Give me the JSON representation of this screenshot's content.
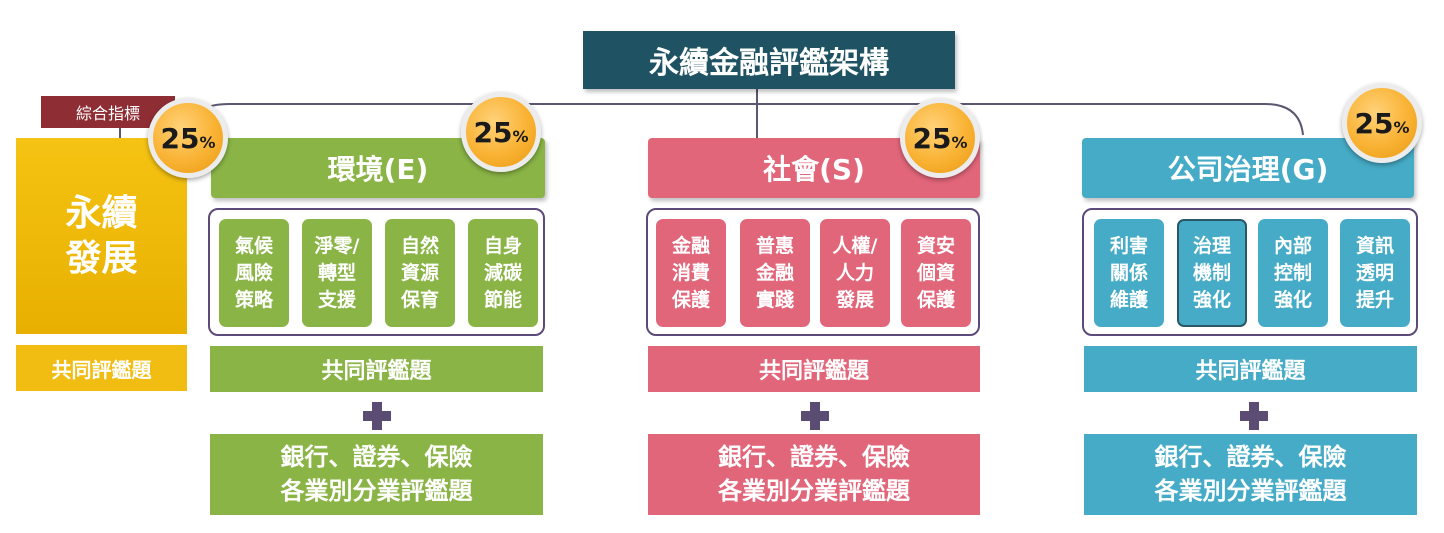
{
  "title": "永續金融評鑑架構",
  "composite": {
    "tag": "綜合指標",
    "name_lines": [
      "永續",
      "發展"
    ],
    "weight_num": "25",
    "weight_unit": "%",
    "common_label": "共同評鑑題"
  },
  "pillars": {
    "environment": {
      "title": "環境(E)",
      "weight_num": "25",
      "weight_unit": "%",
      "topics": [
        [
          "氣候",
          "風險",
          "策略"
        ],
        [
          "淨零/",
          "轉型",
          "支援"
        ],
        [
          "自然",
          "資源",
          "保育"
        ],
        [
          "自身",
          "減碳",
          "節能"
        ]
      ],
      "common_label": "共同評鑑題",
      "sector_lines": [
        "銀行、證券、保險",
        "各業別分業評鑑題"
      ]
    },
    "social": {
      "title": "社會(S)",
      "weight_num": "25",
      "weight_unit": "%",
      "topics": [
        [
          "金融",
          "消費",
          "保護"
        ],
        [
          "普惠",
          "金融",
          "實踐"
        ],
        [
          "人權/",
          "人力",
          "發展"
        ],
        [
          "資安",
          "個資",
          "保護"
        ]
      ],
      "common_label": "共同評鑑題",
      "sector_lines": [
        "銀行、證券、保險",
        "各業別分業評鑑題"
      ]
    },
    "governance": {
      "title": "公司治理(G)",
      "weight_num": "25",
      "weight_unit": "%",
      "topics": [
        [
          "利害",
          "關係",
          "維護"
        ],
        [
          "治理",
          "機制",
          "強化"
        ],
        [
          "內部",
          "控制",
          "強化"
        ],
        [
          "資訊",
          "透明",
          "提升"
        ]
      ],
      "common_label": "共同評鑑題",
      "sector_lines": [
        "銀行、證券、保險",
        "各業別分業評鑑題"
      ]
    }
  },
  "colors": {
    "title_bg": "#1f5363",
    "tag_bg": "#8f2d35",
    "sustain": "#f2bd12",
    "environment": "#8ab446",
    "social": "#e2667a",
    "governance": "#46abc6",
    "badge": "#f9b233",
    "plus": "#5a4c73"
  }
}
